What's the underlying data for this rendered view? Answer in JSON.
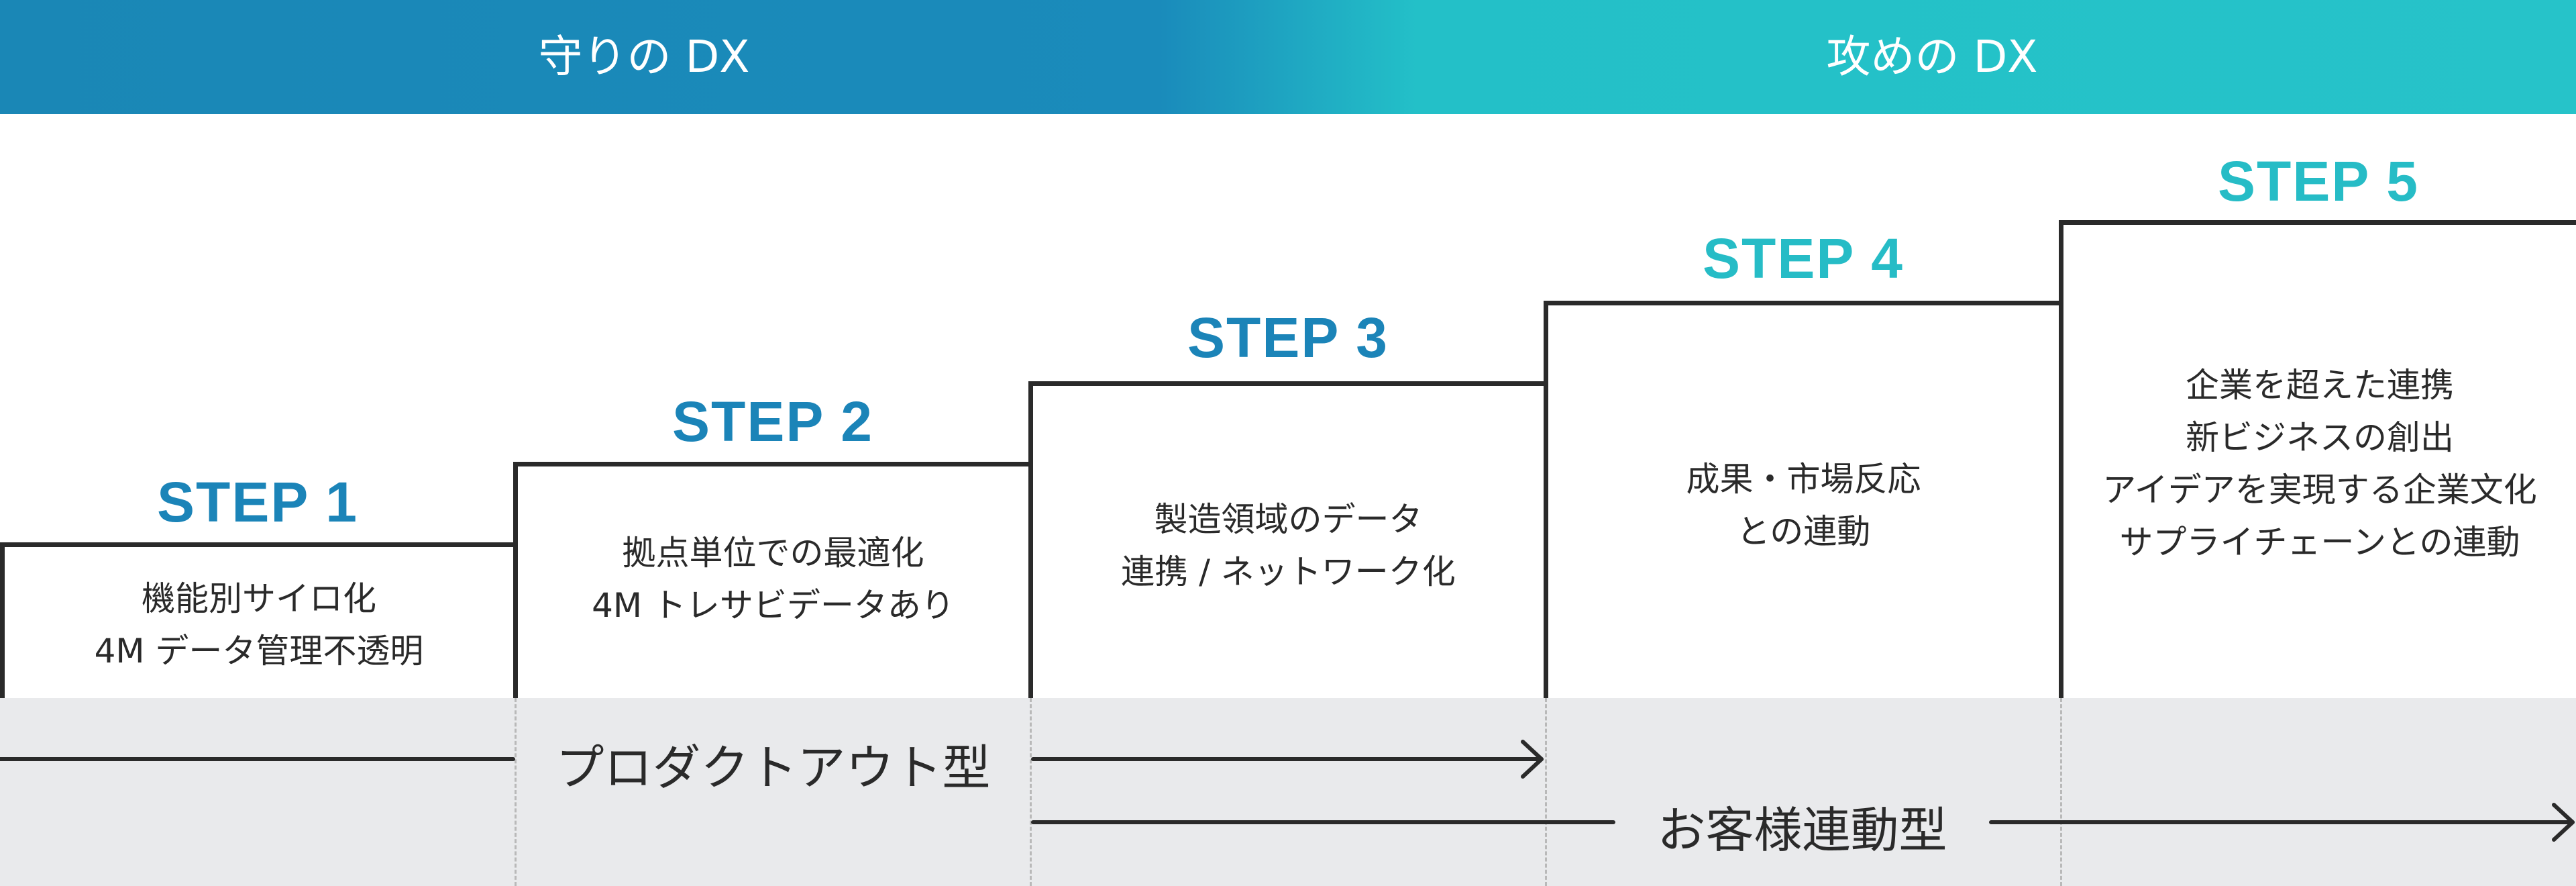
{
  "header": {
    "left_label": "守りの DX",
    "right_label": "攻めの DX"
  },
  "colors": {
    "banner_left": "#1a87b6",
    "banner_right": "#26c3c9",
    "step_title_dark": "#1b84b8",
    "step_title_light": "#26bcc6",
    "line": "#2a2a2a",
    "band": "#e9eaec"
  },
  "steps": [
    {
      "title": "STEP 1",
      "lines": [
        "機能別サイロ化",
        "4M データ管理不透明"
      ]
    },
    {
      "title": "STEP 2",
      "lines": [
        "拠点単位での最適化",
        "4M トレサビデータあり"
      ]
    },
    {
      "title": "STEP 3",
      "lines": [
        "製造領域のデータ",
        "連携 / ネットワーク化"
      ]
    },
    {
      "title": "STEP 4",
      "lines": [
        "成果・市場反応",
        "との連動"
      ]
    },
    {
      "title": "STEP 5",
      "lines": [
        "企業を超えた連携",
        "新ビジネスの創出",
        "アイデアを実現する企業文化",
        "サプライチェーンとの連動"
      ]
    }
  ],
  "flows": {
    "product_out": "プロダクトアウト型",
    "customer_linked": "お客様連動型"
  }
}
